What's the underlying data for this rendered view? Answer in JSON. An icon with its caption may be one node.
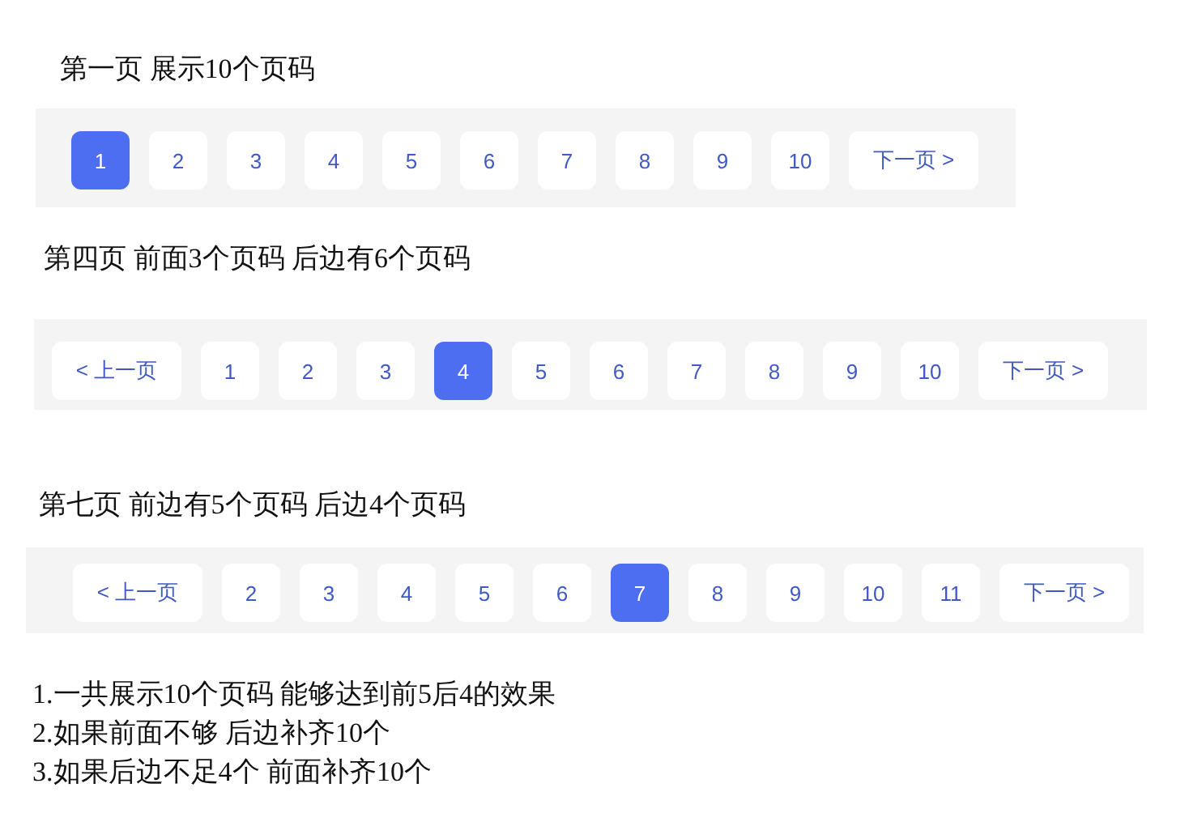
{
  "diagram": {
    "nodes": [
      {
        "text": [
          "第一页 展示10个页码"
        ]
      },
      {
        "text": [
          "1"
        ],
        "in": 0
      },
      {
        "text": [
          "2"
        ],
        "in": 0
      },
      {
        "text": [
          "3"
        ],
        "in": 0
      },
      {
        "text": [
          "4"
        ],
        "in": 0
      },
      {
        "text": [
          "5"
        ],
        "in": 0
      },
      {
        "text": [
          "6"
        ],
        "in": 0
      },
      {
        "text": [
          "7"
        ],
        "in": 0
      },
      {
        "text": [
          "8"
        ],
        "in": 0
      },
      {
        "text": [
          "9"
        ],
        "in": 0
      },
      {
        "text": [
          "10"
        ],
        "in": 0
      },
      {
        "text": [
          "下一页 >"
        ],
        "in": 0
      },
      {
        "text": [
          "第四页 前面3个页码 后边有6个页码"
        ]
      },
      {
        "text": [
          "< 上一页"
        ],
        "in": 12
      },
      {
        "text": [
          "1"
        ],
        "in": 12
      },
      {
        "text": [
          "2"
        ],
        "in": 12
      },
      {
        "text": [
          "3"
        ],
        "in": 12
      },
      {
        "text": [
          "4"
        ],
        "in": 12
      },
      {
        "text": [
          "5"
        ],
        "in": 12
      },
      {
        "text": [
          "6"
        ],
        "in": 12
      },
      {
        "text": [
          "7"
        ],
        "in": 12
      },
      {
        "text": [
          "8"
        ],
        "in": 12
      },
      {
        "text": [
          "9"
        ],
        "in": 12
      },
      {
        "text": [
          "10"
        ],
        "in": 12
      },
      {
        "text": [
          "下一页 >"
        ],
        "in": 12
      },
      {
        "text": [
          "第七页 前边有5个页码 后边4个页码"
        ]
      },
      {
        "text": [
          "< 上一页"
        ],
        "in": 25
      },
      {
        "text": [
          "2"
        ],
        "in": 25
      },
      {
        "text": [
          "3"
        ],
        "in": 25
      },
      {
        "text": [
          "4"
        ],
        "in": 25
      },
      {
        "text": [
          "5"
        ],
        "in": 25
      },
      {
        "text": [
          "6"
        ],
        "in": 25
      },
      {
        "text": [
          "7"
        ],
        "in": 25
      },
      {
        "text": [
          "8"
        ],
        "in": 25
      },
      {
        "text": [
          "9"
        ],
        "in": 25
      },
      {
        "text": [
          "10"
        ],
        "in": 25
      },
      {
        "text": [
          "11"
        ],
        "in": 25
      },
      {
        "text": [
          "下一页 >"
        ],
        "in": 25
      }
    ],
    "labels": [
      "1.一共展示10个页码 能够达到前5后4的效果",
      "2.如果前面不够 后边补齐10个",
      "3.如果后边不足4个 前面补齐10个"
    ]
  }
}
